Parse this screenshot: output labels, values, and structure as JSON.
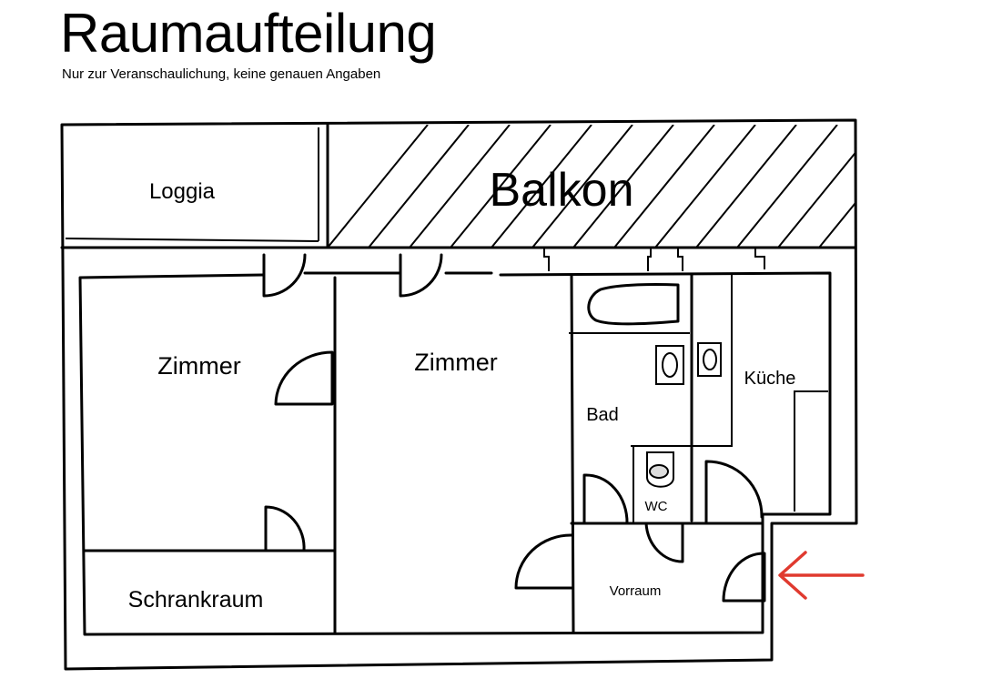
{
  "header": {
    "title": "Raumaufteilung",
    "subtitle": "Nur zur Veranschaulichung, keine genauen Angaben"
  },
  "rooms": {
    "loggia": "Loggia",
    "balkon": "Balkon",
    "zimmer1": "Zimmer",
    "zimmer2": "Zimmer",
    "bad": "Bad",
    "kueche": "Küche",
    "wc": "WC",
    "schrankraum": "Schrankraum",
    "vorraum": "Vorraum"
  },
  "colors": {
    "entrance_arrow": "#e03a2f",
    "walls": "#000000"
  }
}
